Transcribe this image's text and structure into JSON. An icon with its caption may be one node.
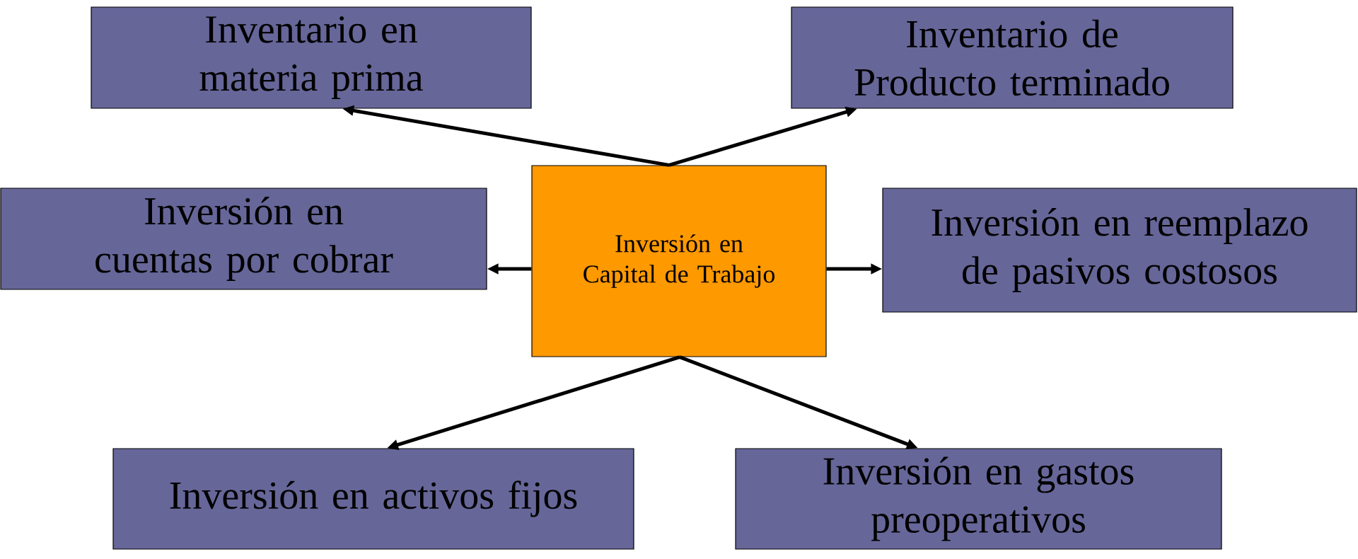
{
  "diagram": {
    "nodes": [
      {
        "text": [
          "Inversión en Capital de Trabajo"
        ]
      },
      {
        "text": [
          "Inventario en materia prima"
        ]
      },
      {
        "text": [
          "Inventario de Producto terminado"
        ]
      },
      {
        "text": [
          "Inversión en cuentas por cobrar"
        ]
      },
      {
        "text": [
          "Inversión en reemplazo de pasivos costosos"
        ]
      },
      {
        "text": [
          "Inversión en activos fijos"
        ]
      },
      {
        "text": [
          "Inversión en gastos preoperativos"
        ]
      }
    ],
    "edges": [
      {
        "from": 0,
        "to": 1,
        "arrow": "to"
      },
      {
        "from": 0,
        "to": 2,
        "arrow": "to"
      },
      {
        "from": 0,
        "to": 3,
        "arrow": "to"
      },
      {
        "from": 0,
        "to": 4,
        "arrow": "to"
      },
      {
        "from": 0,
        "to": 5,
        "arrow": "to"
      },
      {
        "from": 0,
        "to": 6,
        "arrow": "to"
      }
    ]
  }
}
